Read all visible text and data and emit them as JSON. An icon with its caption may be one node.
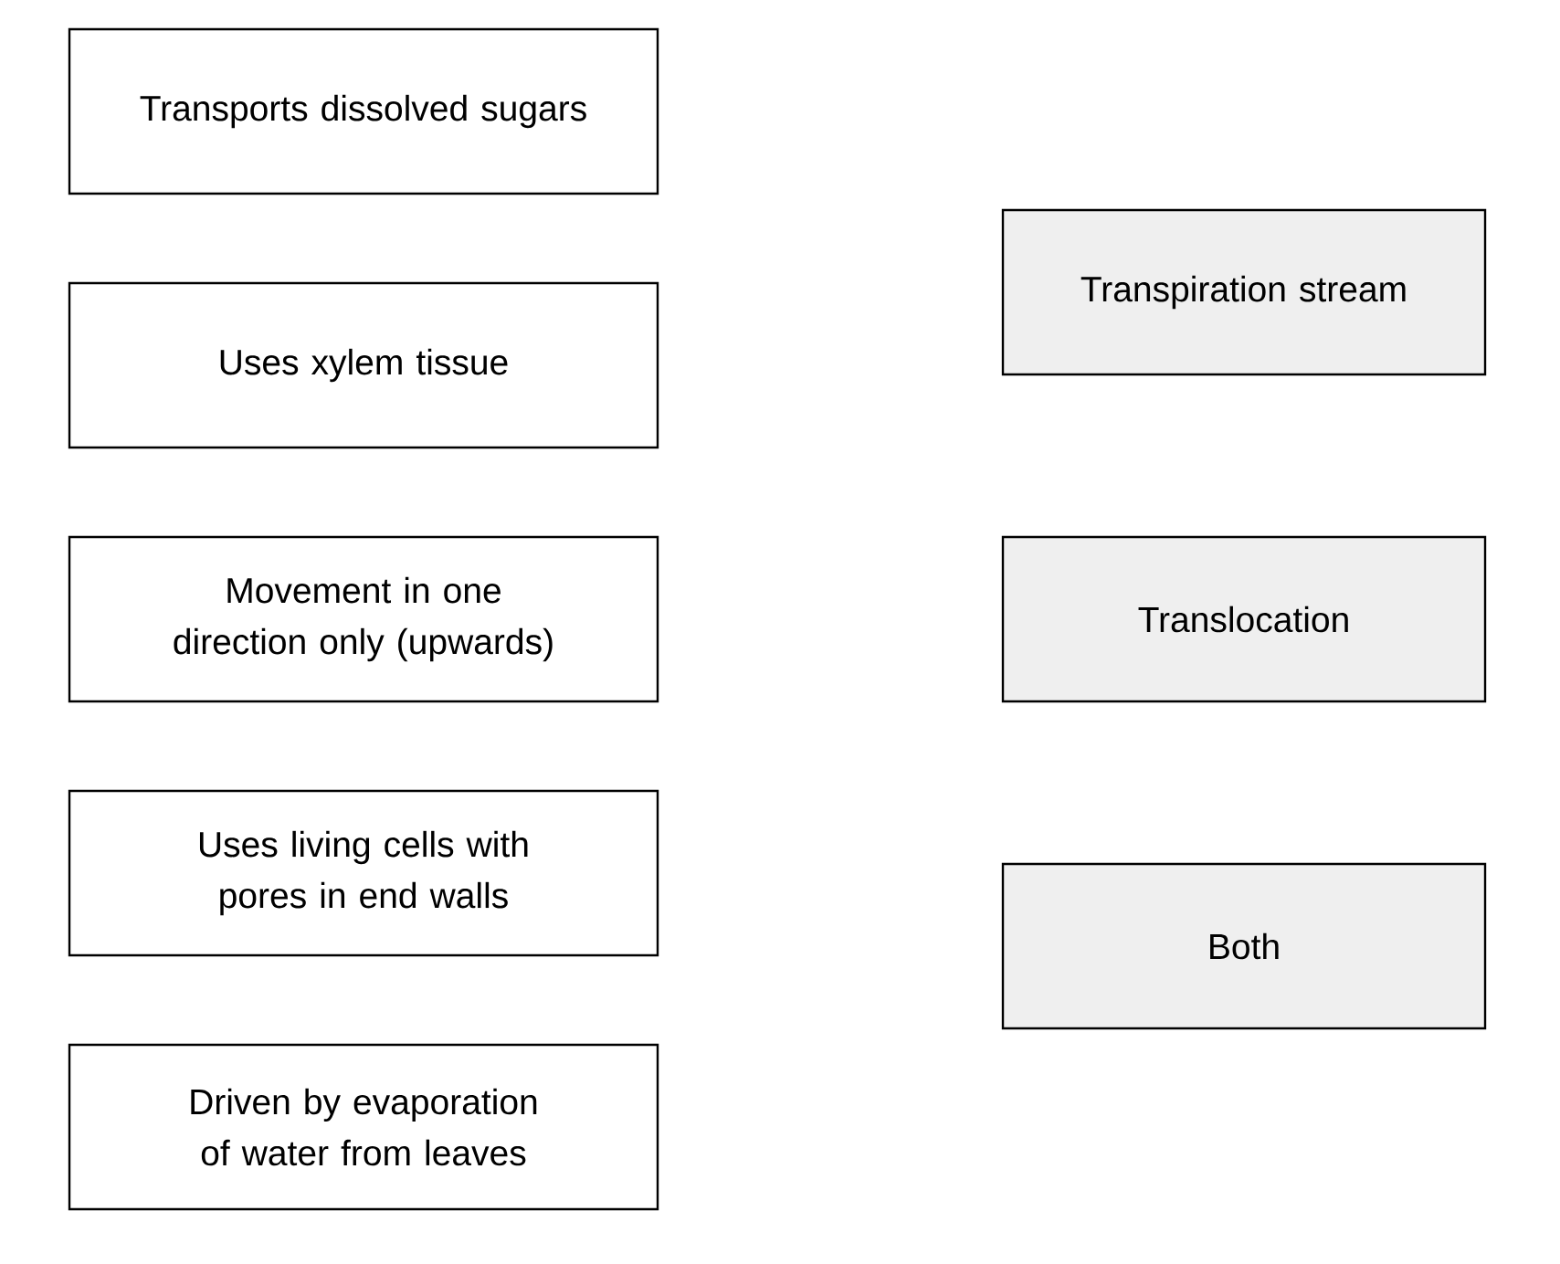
{
  "diagram": {
    "nodes": [
      {
        "text": [
          "Transports dissolved sugars"
        ]
      },
      {
        "text": [
          "Uses xylem tissue"
        ]
      },
      {
        "text": [
          "Movement in one direction only (upwards)"
        ]
      },
      {
        "text": [
          "Uses living cells with pores in end walls"
        ]
      },
      {
        "text": [
          "Driven by evaporation of water from leaves"
        ]
      },
      {
        "text": [
          "Transpiration stream"
        ]
      },
      {
        "text": [
          "Translocation"
        ]
      },
      {
        "text": [
          "Both"
        ]
      }
    ]
  }
}
